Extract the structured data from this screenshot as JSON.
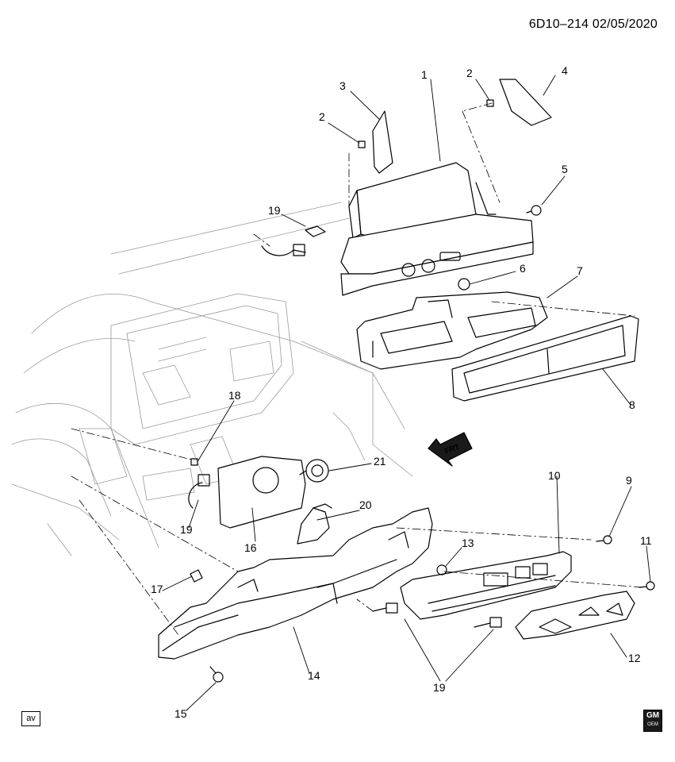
{
  "diagram": {
    "code": "6D10–214  02/05/2020",
    "av_label": "av",
    "brand_logo": "GM",
    "brand_sub": "OEM",
    "frt_label": "FRT",
    "callouts": [
      {
        "id": "c1",
        "label": "1"
      },
      {
        "id": "c2a",
        "label": "2"
      },
      {
        "id": "c2b",
        "label": "2"
      },
      {
        "id": "c3",
        "label": "3"
      },
      {
        "id": "c4",
        "label": "4"
      },
      {
        "id": "c5",
        "label": "5"
      },
      {
        "id": "c6",
        "label": "6"
      },
      {
        "id": "c7",
        "label": "7"
      },
      {
        "id": "c8",
        "label": "8"
      },
      {
        "id": "c9",
        "label": "9"
      },
      {
        "id": "c10",
        "label": "10"
      },
      {
        "id": "c11",
        "label": "11"
      },
      {
        "id": "c12",
        "label": "12"
      },
      {
        "id": "c13",
        "label": "13"
      },
      {
        "id": "c14",
        "label": "14"
      },
      {
        "id": "c15",
        "label": "15"
      },
      {
        "id": "c16",
        "label": "16"
      },
      {
        "id": "c17",
        "label": "17"
      },
      {
        "id": "c18",
        "label": "18"
      },
      {
        "id": "c19a",
        "label": "19"
      },
      {
        "id": "c19b",
        "label": "19"
      },
      {
        "id": "c19c",
        "label": "19"
      },
      {
        "id": "c20",
        "label": "20"
      },
      {
        "id": "c21",
        "label": "21"
      }
    ]
  }
}
